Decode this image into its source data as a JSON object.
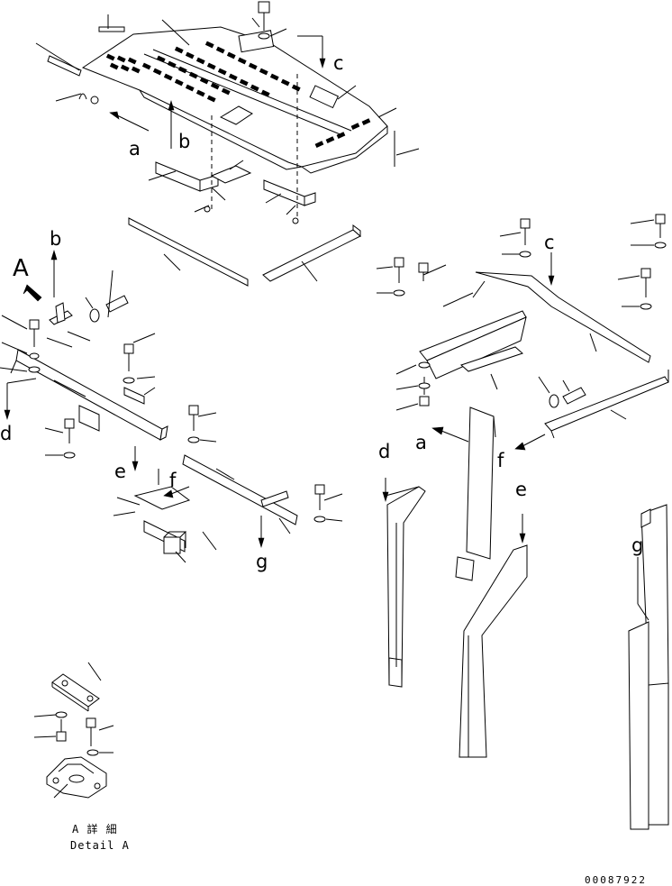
{
  "labels": {
    "a_top": "a",
    "b_top": "b",
    "c_top": "c",
    "b_left": "b",
    "A_left": "A",
    "d_left": "d",
    "e_left": "e",
    "f_left": "f",
    "g_left": "g",
    "c_right": "c",
    "a_right": "a",
    "f_right": "f",
    "d_right": "d",
    "e_right": "e",
    "g_right": "g"
  },
  "caption": {
    "jp": "A 詳 細",
    "en": "Detail A"
  },
  "drawing_code": "00087922"
}
